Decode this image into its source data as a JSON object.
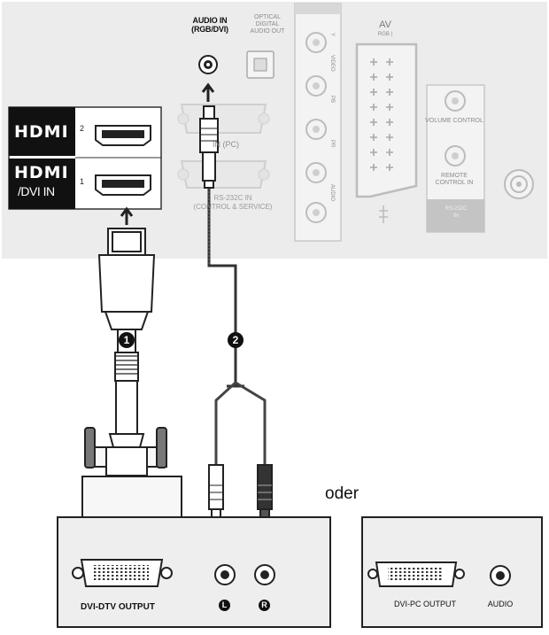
{
  "tv_panel": {
    "audio_in_line1": "AUDIO IN",
    "audio_in_line2": "(RGB/DVI)",
    "optical_line1": "OPTICAL",
    "optical_line2": "DIGITAL",
    "optical_line3": "AUDIO OUT",
    "rgb_in_label": "IN (PC)",
    "rs232_line1": "RS-232C IN",
    "rs232_line2": "(CONTROL & SERVICE)",
    "component_video": "VIDEO",
    "component_y": "Y",
    "component_pb": "PB",
    "component_pr": "PR",
    "component_audio": "AUDIO",
    "av_title": "AV",
    "av_sub": "RGB |",
    "volume_control": "VOLUME CONTROL",
    "ir_line1": "REMOTE",
    "ir_line2": "CONTROL IN",
    "rs232_side_line1": "RS-232C",
    "rs232_side_line2": "IN"
  },
  "hdmi": {
    "port2_logo": "HDMI",
    "port2_number": "2",
    "port1_logo": "HDMI",
    "port1_sub": "/DVI IN",
    "port1_number": "1"
  },
  "steps": {
    "step1": "1",
    "step2": "2"
  },
  "separator": "oder",
  "source_dtv": {
    "dvi_label": "DVI-DTV OUTPUT",
    "left_mark": "L",
    "right_mark": "R"
  },
  "source_pc": {
    "dvi_label": "DVI-PC OUTPUT",
    "audio_label": "AUDIO"
  },
  "colors": {
    "tv_panel_bg": "#ececec",
    "hdmi_block_bg": "#111111",
    "cable_dark": "#333333",
    "source_box_bg": "#eeeeee"
  }
}
